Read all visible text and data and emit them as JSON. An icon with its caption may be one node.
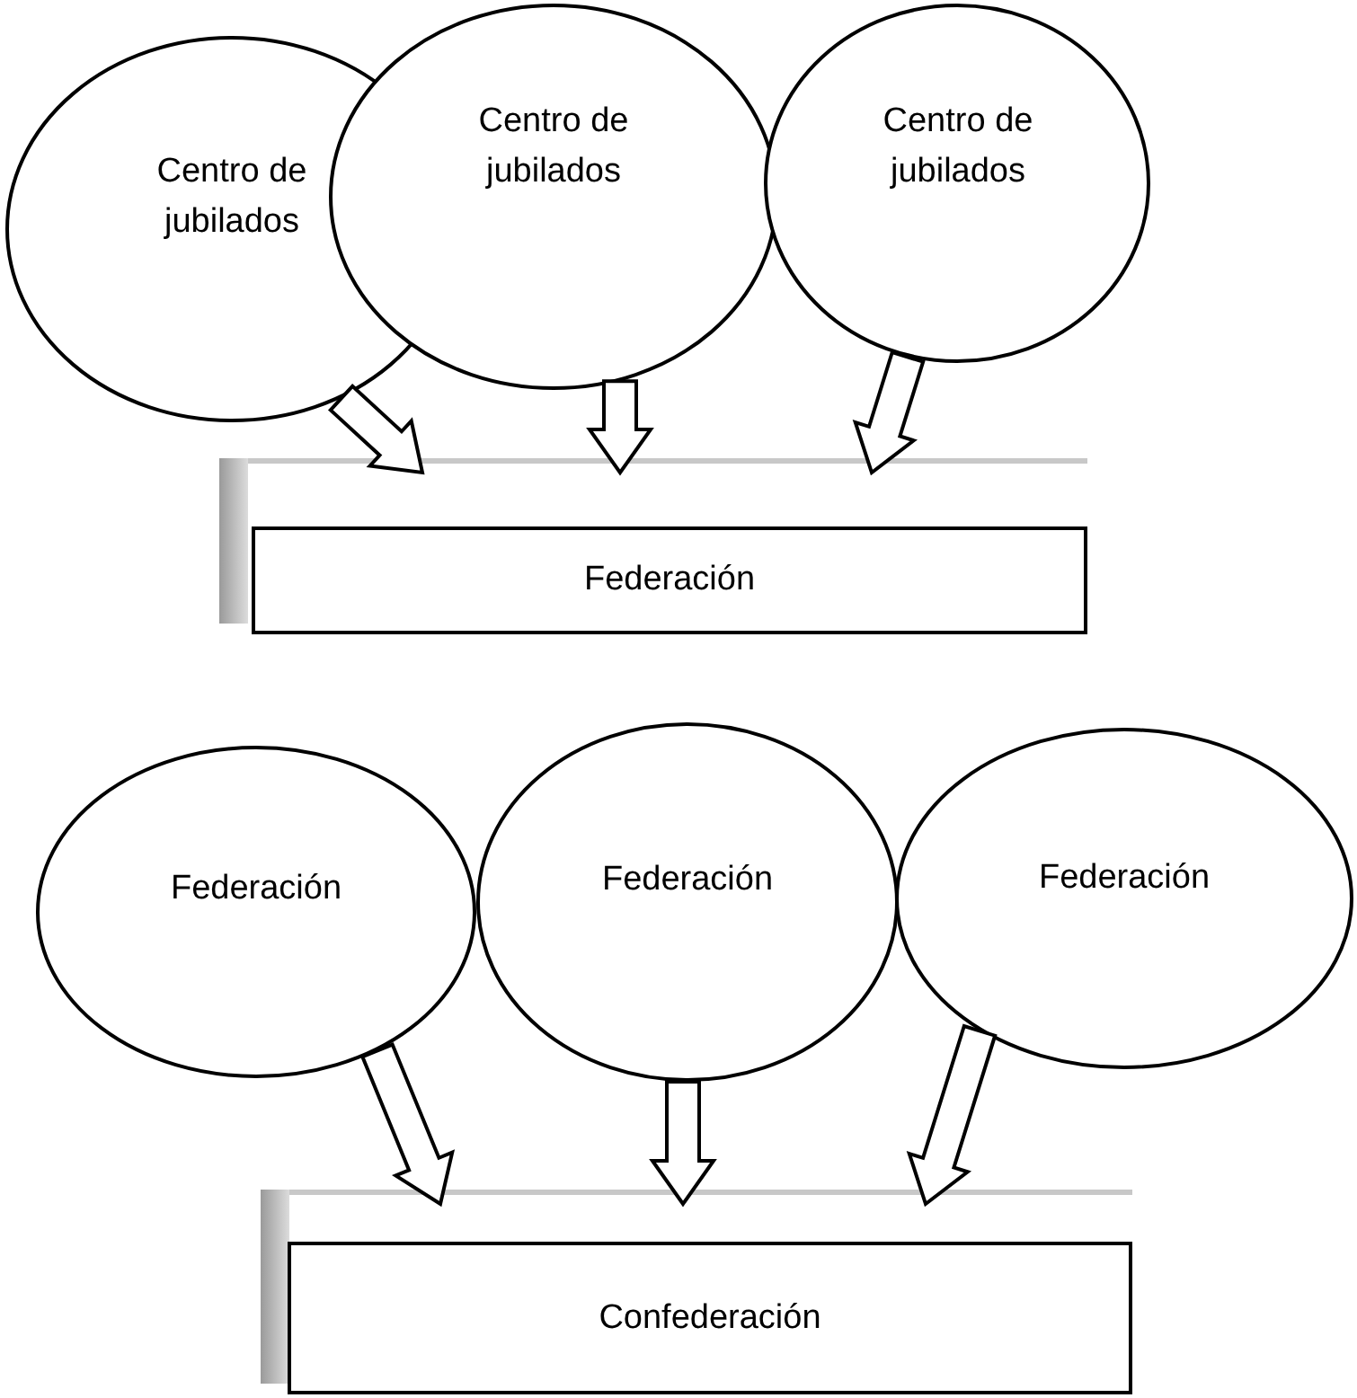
{
  "diagram": {
    "nodes": [
      {
        "text": [
          "Centro de jubilados"
        ]
      },
      {
        "text": [
          "Centro de jubilados"
        ]
      },
      {
        "text": [
          "Centro de jubilados"
        ]
      },
      {
        "text": [
          "Federación"
        ]
      },
      {
        "text": [
          "Federación"
        ]
      },
      {
        "text": [
          "Federación"
        ]
      },
      {
        "text": [
          "Federación"
        ]
      },
      {
        "text": [
          "Confederación"
        ]
      }
    ],
    "edges": [
      {
        "from": 0,
        "to": 3,
        "arrow": "to"
      },
      {
        "from": 1,
        "to": 3,
        "arrow": "to"
      },
      {
        "from": 2,
        "to": 3,
        "arrow": "to"
      },
      {
        "from": 4,
        "to": 7,
        "arrow": "to"
      },
      {
        "from": 5,
        "to": 7,
        "arrow": "to"
      },
      {
        "from": 6,
        "to": 7,
        "arrow": "to"
      }
    ]
  }
}
